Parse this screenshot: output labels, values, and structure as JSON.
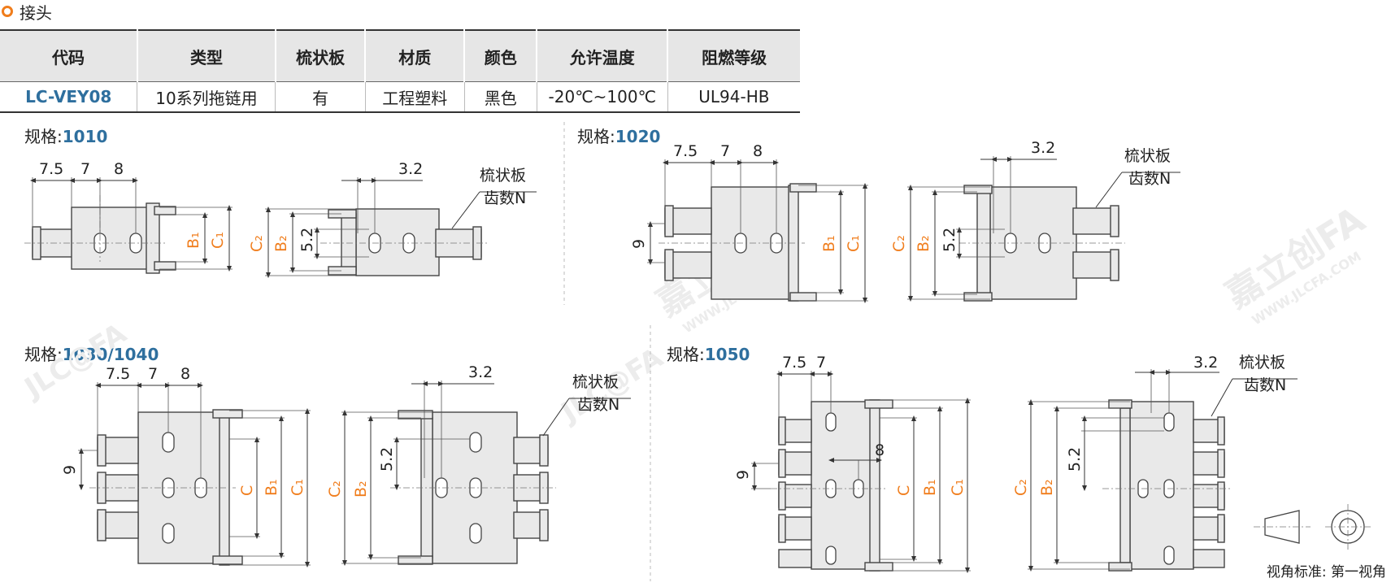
{
  "header": {
    "title": "接头"
  },
  "table": {
    "columns": [
      "代码",
      "类型",
      "梳状板",
      "材质",
      "颜色",
      "允许温度",
      "阻燃等级"
    ],
    "row": [
      "LC-VEY08",
      "10系列拖链用",
      "有",
      "工程塑料",
      "黑色",
      "-20℃~100℃",
      "UL94-HB"
    ]
  },
  "specs": [
    {
      "prefix": "规格:",
      "value": "1010"
    },
    {
      "prefix": "规格:",
      "value": "1020"
    },
    {
      "prefix": "规格:",
      "value": "1030/1040"
    },
    {
      "prefix": "规格:",
      "value": "1050"
    }
  ],
  "dims": {
    "d75": "7.5",
    "d7": "7",
    "d8": "8",
    "d32": "3.2",
    "d52": "5.2",
    "d9": "9",
    "B1": "B₁",
    "B2": "B₂",
    "C1": "C₁",
    "C2": "C₂",
    "C": "C",
    "comb_line1": "梳状板",
    "comb_line2": "齿数N"
  },
  "watermark": {
    "brand": "嘉立创FA",
    "url": "WWW.JLCFA.COM",
    "logo": "JLC@FA"
  },
  "footer": {
    "view_standard": "视角标准: 第一视角"
  },
  "colors": {
    "accent": "#f07d1c",
    "code_blue": "#2e6f9e",
    "part_fill": "#e9e9e9"
  }
}
